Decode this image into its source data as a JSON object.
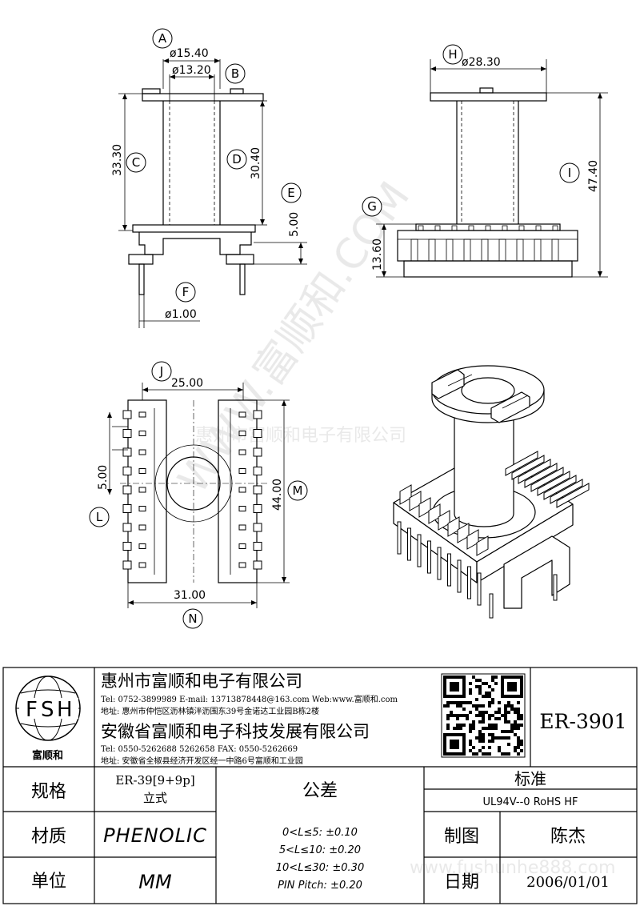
{
  "drawing": {
    "callouts": {
      "A": "A",
      "B": "B",
      "C": "C",
      "D": "D",
      "E": "E",
      "F": "F",
      "G": "G",
      "H": "H",
      "I": "I",
      "J": "J",
      "L": "L",
      "M": "M",
      "N": "N"
    },
    "dims": {
      "a": "ø15.40",
      "b": "ø13.20",
      "c": "33.30",
      "d": "30.40",
      "e": "5.00",
      "f": "ø1.00",
      "g": "13.60",
      "h": "ø28.30",
      "i": "47.40",
      "j": "25.00",
      "l": "5.00",
      "m": "44.00",
      "n": "31.00"
    },
    "watermark_diag": "WWW.富顺和.COM",
    "watermark_mid": "惠州市富顺和电子有限公司",
    "watermark_bottom": "www.fushunhe888.com"
  },
  "title_block": {
    "logo_letters": [
      "F",
      "S",
      "H"
    ],
    "logo_caption": "富顺和",
    "company1": "惠州市富顺和电子有限公司",
    "company1_contact": "Tel:   0752-3899989   E-mail: 13713878448@163.com  Web:www.富顺和.com",
    "company1_address": "地址: 惠州市仲恺区沥林镇泮沥围东39号金诺达工业园B栋2楼",
    "company2": "安徽省富顺和电子科技发展有限公司",
    "company2_contact": "Tel:   0550-5262688   5262658      FAX:  0550-5262669",
    "company2_address": "地址: 安徽省全椒县经济开发区经一中路6号富顺和工业园",
    "part_no": "ER-3901",
    "spec_label": "规格",
    "spec_value_1": "ER-39[9+9p]",
    "spec_value_2": "立式",
    "material_label": "材质",
    "material_value": "PHENOLIC",
    "unit_label": "单位",
    "unit_value": "MM",
    "tolerance_label": "公差",
    "tolerances": [
      "0<L≤5: ±0.10",
      "5<L≤10: ±0.20",
      "10<L≤30: ±0.30",
      "PIN Pitch: ±0.20"
    ],
    "standard_label": "标准",
    "standard_value": "UL94V--0  RoHS HF",
    "drawn_label": "制图",
    "drawn_value": "陈杰",
    "date_label": "日期",
    "date_value": "2006/01/01"
  }
}
